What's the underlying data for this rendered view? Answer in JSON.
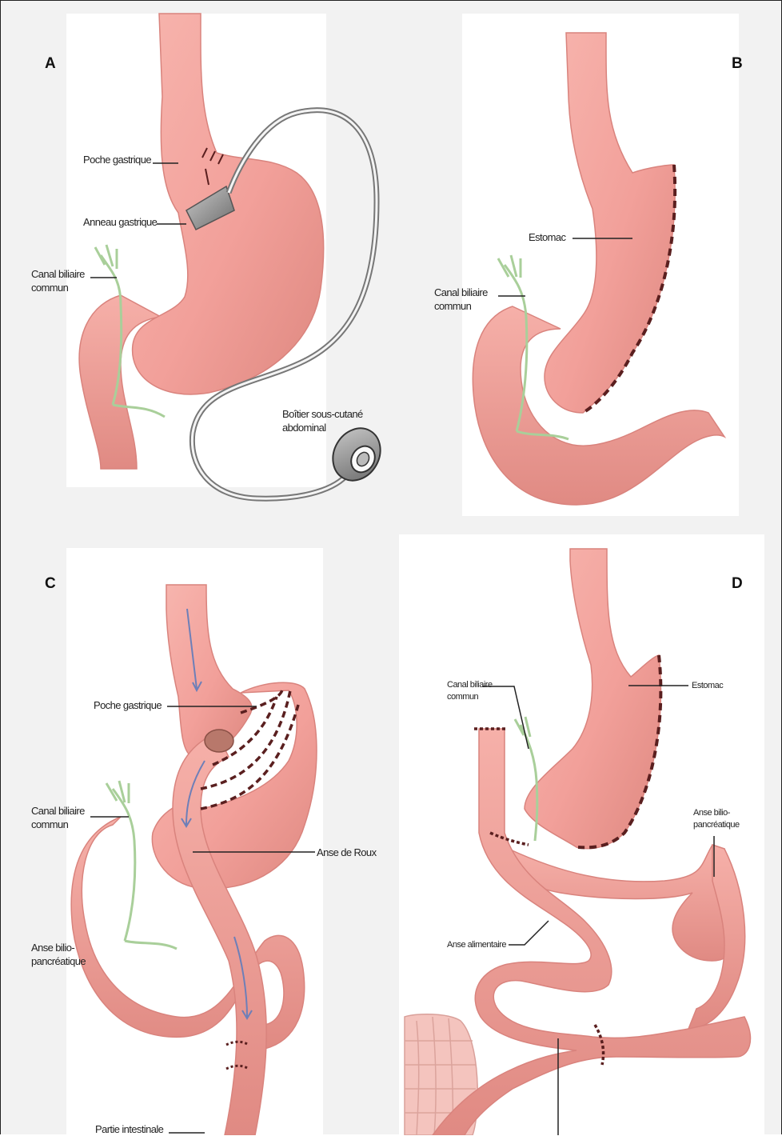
{
  "panels": {
    "a": {
      "letter": "A",
      "labels": {
        "poche_gastrique": "Poche gastrique",
        "anneau_gastrique": "Anneau gastrique",
        "canal_biliaire_1": "Canal biliaire",
        "canal_biliaire_2": "commun",
        "boitier_1": "Boîtier sous-cutané",
        "boitier_2": "abdominal"
      }
    },
    "b": {
      "letter": "B",
      "labels": {
        "estomac": "Estomac",
        "canal_biliaire_1": "Canal biliaire",
        "canal_biliaire_2": "commun"
      }
    },
    "c": {
      "letter": "C",
      "labels": {
        "poche_gastrique": "Poche gastrique",
        "canal_biliaire_1": "Canal biliaire",
        "canal_biliaire_2": "commun",
        "anse_de_roux": "Anse de Roux",
        "anse_bilio_1": "Anse bilio-",
        "anse_bilio_2": "pancréatique",
        "partie_intestinale": "Partie intestinale"
      }
    },
    "d": {
      "letter": "D",
      "labels": {
        "canal_biliaire_1": "Canal biliaire",
        "canal_biliaire_2": "commun",
        "estomac": "Estomac",
        "anse_bilio_1": "Anse bilio-",
        "anse_bilio_2": "pancréatique",
        "anse_alimentaire": "Anse alimentaire"
      }
    }
  },
  "colors": {
    "background": "#f2f2f2",
    "panel": "#ffffff",
    "tissue": "#f2a09a",
    "tissue_dark": "#d9837d",
    "bile_duct": "#a9cf9a",
    "staple": "#5a1f1f",
    "device": "#7a7a7a",
    "arrow": "#6d7fb8"
  }
}
